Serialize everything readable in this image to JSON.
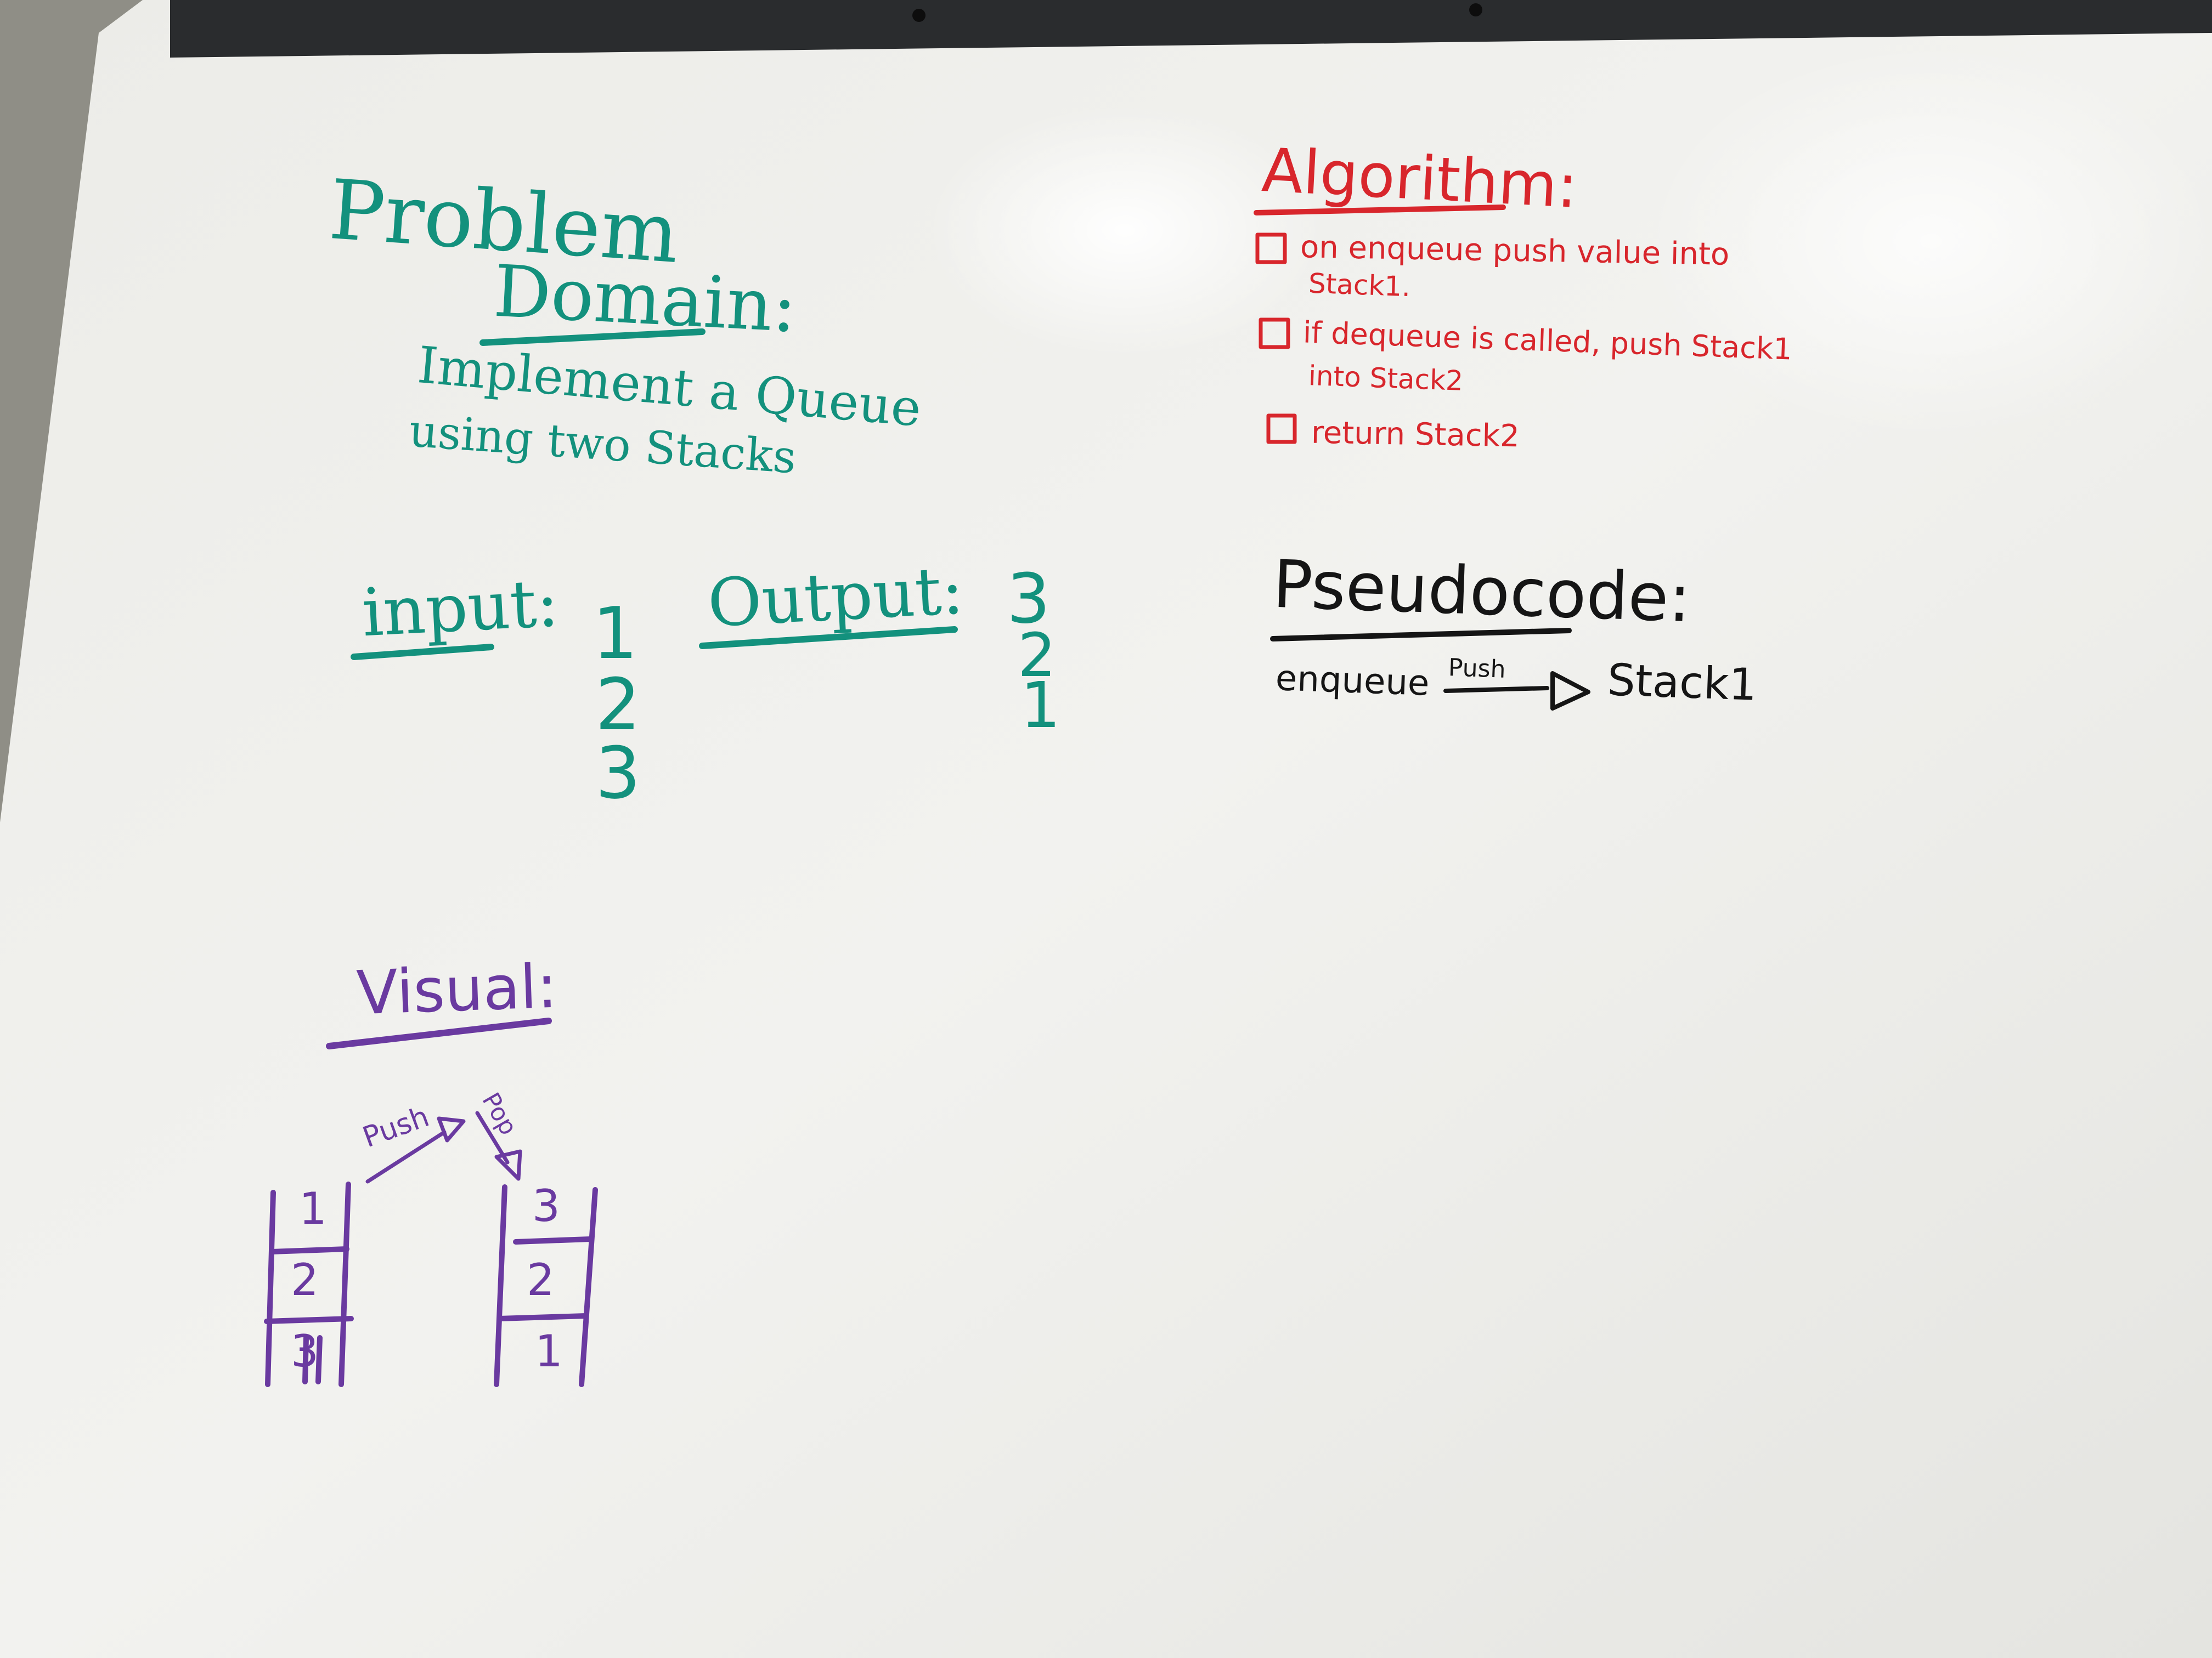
{
  "problem_domain": {
    "heading_line1": "Problem",
    "heading_line2": "Domain:",
    "text_line1": "Implement a Queue",
    "text_line2": "using two Stacks"
  },
  "algorithm": {
    "heading": "Algorithm:",
    "step1_line1": "on enqueue push value into",
    "step1_line2": "Stack1.",
    "step2_line1": "if dequeue is called, push Stack1",
    "step2_line2": "into Stack2",
    "step3": "return Stack2"
  },
  "io": {
    "input_label": "input:",
    "input_values": [
      "1",
      "2",
      "3"
    ],
    "output_label": "Output:",
    "output_values": [
      "3",
      "2",
      "1"
    ]
  },
  "pseudocode": {
    "heading": "Pseudocode:",
    "lhs": "enqueue",
    "arrow_label": "Push",
    "rhs": "Stack1"
  },
  "visual": {
    "heading": "Visual:",
    "push_label": "Push",
    "pop_label": "Pop",
    "stack1_cells": [
      "1",
      "2",
      "3"
    ],
    "stack2_cells": [
      "3",
      "2",
      "1"
    ]
  },
  "colors": {
    "teal_marker": "#13917d",
    "red_marker": "#d8262c",
    "black_marker": "#151515",
    "purple_marker": "#6a3aa0",
    "board": "#f1f1ee",
    "tray": "#2a2c2e"
  }
}
